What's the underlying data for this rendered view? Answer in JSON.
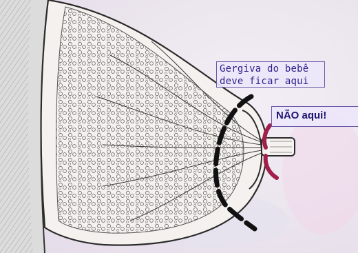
{
  "labels": {
    "gum_line1": "Gergiva do bebê",
    "gum_line2": "deve ficar aqui",
    "not_here": "NÃO aqui!"
  },
  "colors": {
    "background": "#eee7ef",
    "outline": "#2b2b2b",
    "gum_mark": "#111111",
    "wrong_mark": "#a0204a",
    "label_text": "#2d1f8a"
  }
}
